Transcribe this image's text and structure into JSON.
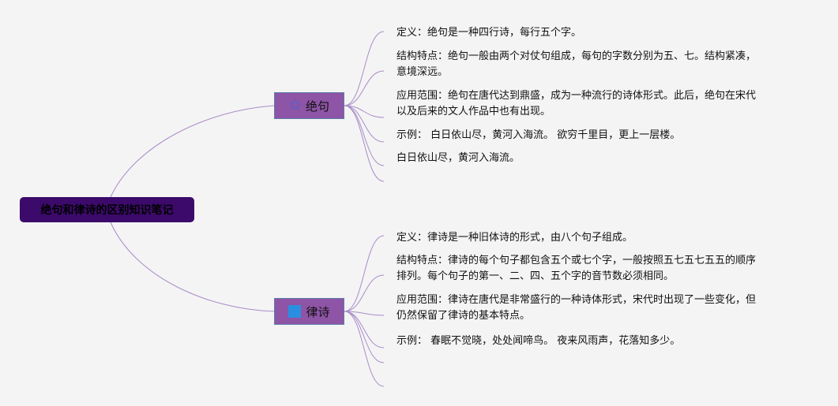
{
  "root": {
    "label": "绝句和律诗的区别知识笔记"
  },
  "branches": [
    {
      "label": "绝句",
      "icon": "star-icon",
      "items": [
        "定义：绝句是一种四行诗，每行五个字。",
        "结构特点：绝句一般由两个对仗句组成，每句的字数分别为五、七。结构紧凑，\n意境深远。",
        "应用范围：绝句在唐代达到鼎盛，成为一种流行的诗体形式。此后，绝句在宋代\n以及后来的文人作品中也有出现。",
        "示例： 白日依山尽，黄河入海流。 欲穷千里目，更上一层楼。",
        "白日依山尽，黄河入海流。"
      ]
    },
    {
      "label": "律诗",
      "icon": "blue-square-icon",
      "items": [
        "定义：律诗是一种旧体诗的形式，由八个句子组成。",
        "结构特点：律诗的每个句子都包含五个或七个字，一般按照五七五七五五的顺序\n排列。每个句子的第一、二、四、五个字的音节数必须相同。",
        "应用范围：律诗在唐代是非常盛行的一种诗体形式，宋代时出现了一些变化，但\n仍然保留了律诗的基本特点。",
        "示例： 春眠不觉晓，处处闻啼鸟。 夜来风雨声，花落知多少。"
      ]
    }
  ],
  "colors": {
    "background": "#f4f4f4",
    "root_fill": "#3c0a6b",
    "branch_fill": "#8e54a6",
    "branch_border": "#5b7fa8",
    "connector": "#a98cc8"
  }
}
